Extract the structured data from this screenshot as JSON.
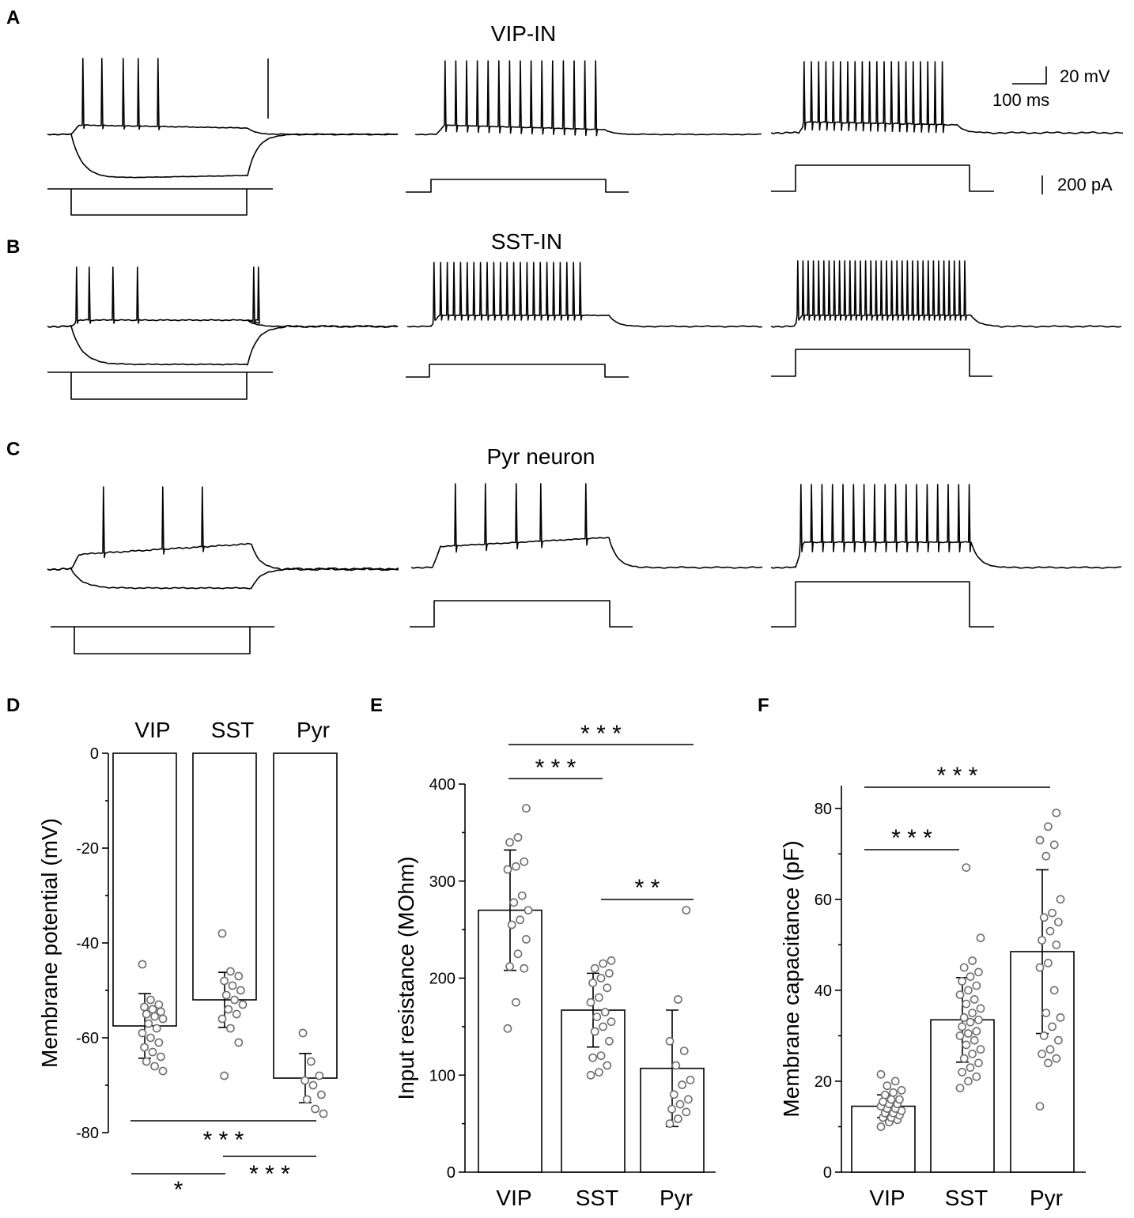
{
  "panels": {
    "A": {
      "letter": "A",
      "title": "VIP-IN"
    },
    "B": {
      "letter": "B",
      "title": "SST-IN"
    },
    "C": {
      "letter": "C",
      "title": "Pyr neuron"
    },
    "D": {
      "letter": "D"
    },
    "E": {
      "letter": "E"
    },
    "F": {
      "letter": "F"
    }
  },
  "scale_bars": {
    "voltage": "20 mV",
    "time": "100 ms",
    "current": "200 pA"
  },
  "chart_data": [
    {
      "id": "D",
      "type": "bar",
      "categories": [
        "VIP",
        "SST",
        "Pyr"
      ],
      "values": [
        -57.5,
        -52,
        -68.5
      ],
      "errors": [
        6.8,
        5.8,
        5.2
      ],
      "ylabel": "Membrane potential (mV)",
      "ylim": [
        -80,
        0
      ],
      "yticks": [
        "0",
        "-20",
        "-40",
        "-60",
        "-80"
      ],
      "points": [
        [
          -44.5,
          -52,
          -53,
          -53.5,
          -54,
          -54.5,
          -55,
          -55.5,
          -56,
          -57,
          -58,
          -59,
          -60,
          -61,
          -62,
          -63,
          -64,
          -65,
          -66,
          -67
        ],
        [
          -38,
          -46,
          -47,
          -48,
          -49,
          -50,
          -51,
          -52,
          -53,
          -54,
          -55,
          -56,
          -58,
          -61,
          -68
        ],
        [
          -59,
          -65,
          -68,
          -69,
          -70,
          -72,
          -73,
          -75,
          -76
        ]
      ],
      "significance": [
        {
          "from": 0,
          "to": 2,
          "label": "* * *"
        },
        {
          "from": 1,
          "to": 2,
          "label": "* * *"
        },
        {
          "from": 0,
          "to": 1,
          "label": "*"
        }
      ]
    },
    {
      "id": "E",
      "type": "bar",
      "categories": [
        "VIP",
        "SST",
        "Pyr"
      ],
      "values": [
        270,
        167,
        107
      ],
      "errors": [
        62,
        38,
        60
      ],
      "ylabel": "Input resistance (MOhm)",
      "ylim": [
        0,
        400
      ],
      "yticks": [
        "0",
        "100",
        "200",
        "300",
        "400"
      ],
      "points": [
        [
          148,
          175,
          210,
          212,
          225,
          240,
          255,
          260,
          270,
          278,
          285,
          312,
          315,
          320,
          340,
          345,
          375
        ],
        [
          100,
          103,
          110,
          118,
          120,
          135,
          145,
          150,
          155,
          160,
          165,
          175,
          180,
          190,
          195,
          200,
          205,
          210,
          215,
          218
        ],
        [
          50,
          55,
          62,
          65,
          70,
          75,
          80,
          90,
          95,
          110,
          125,
          135,
          178,
          270
        ]
      ],
      "significance": [
        {
          "from": 0,
          "to": 2,
          "label": "* * *"
        },
        {
          "from": 0,
          "to": 1,
          "label": "* * *"
        },
        {
          "from": 1,
          "to": 2,
          "label": "* *"
        }
      ]
    },
    {
      "id": "F",
      "type": "bar",
      "categories": [
        "VIP",
        "SST",
        "Pyr"
      ],
      "values": [
        14.5,
        33.5,
        48.5
      ],
      "errors": [
        2.5,
        9.3,
        18
      ],
      "ylabel": "Membrane capacitance (pF)",
      "ylim": [
        0,
        85
      ],
      "yticks": [
        "0",
        "20",
        "40",
        "60",
        "80"
      ],
      "points": [
        [
          10,
          11,
          11.5,
          12,
          12,
          12.5,
          13,
          13,
          13.5,
          14,
          14,
          14.5,
          15,
          15,
          15.5,
          16,
          16,
          17,
          17.5,
          18,
          19,
          20,
          21.5
        ],
        [
          18.5,
          20,
          21,
          22,
          23,
          24,
          25,
          26,
          27,
          28,
          29,
          30,
          30.5,
          31,
          32,
          33,
          33.5,
          34,
          35,
          36,
          37,
          38,
          39,
          40,
          41,
          42,
          43,
          44,
          45,
          46.5,
          51.5,
          67
        ],
        [
          14.5,
          24,
          25,
          26,
          27,
          29,
          30,
          32,
          34,
          35,
          40,
          45,
          46,
          50,
          51,
          53,
          55,
          56,
          57,
          60,
          69.5,
          72,
          73,
          76,
          79
        ]
      ],
      "significance": [
        {
          "from": 0,
          "to": 2,
          "label": "* * *"
        },
        {
          "from": 0,
          "to": 1,
          "label": "* * *"
        }
      ]
    }
  ]
}
